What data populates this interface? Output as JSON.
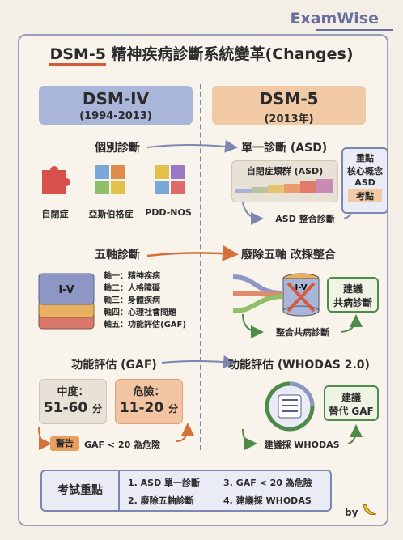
{
  "brand": "ExamWise",
  "title": {
    "prefix": "DSM-5",
    "rest": "精神疾病診斷系統變革(Changes)"
  },
  "left_header": {
    "name": "DSM-IV",
    "years": "(1994-2013)"
  },
  "right_header": {
    "name": "DSM-5",
    "years": "(2013年)"
  },
  "row1": {
    "left_label": "個別診斷",
    "items": [
      "自閉症",
      "亞斯伯格症",
      "PDD-NOS"
    ],
    "right_label": "單一診斷 (ASD)",
    "spectrum_label": "自閉症類群 (ASD)",
    "merge_label": "ASD 整合診斷",
    "key_note": [
      "重點",
      "核心概念",
      "ASD",
      "考點"
    ]
  },
  "row2": {
    "left_label": "五軸診斷",
    "stack_label": "I-V",
    "axes": [
      "軸一：精神疾病",
      "軸二：人格障礙",
      "軸三：身體疾病",
      "軸四：心理社會問題",
      "軸五：功能評估(GAF)"
    ],
    "right_label": "廢除五軸 改採整合",
    "db_label": "I-V",
    "recommend": [
      "建議",
      "共病診斷"
    ],
    "merge_label": "整合共病診斷"
  },
  "row3": {
    "left_label": "功能評估 (GAF)",
    "moderate": {
      "label": "中度：",
      "range": "51-60",
      "unit": "分"
    },
    "danger": {
      "label": "危險：",
      "range": "11-20",
      "unit": "分"
    },
    "warning_tag": "警告",
    "warning_text": "GAF < 20 為危險",
    "right_label": "功能評估 (WHODAS 2.0)",
    "recommend": [
      "建議",
      "替代 GAF"
    ],
    "adopt_label": "建議採 WHODAS"
  },
  "exam": {
    "title": "考試重點",
    "points": [
      "1. ASD 單一診斷",
      "3. GAF < 20 為危險",
      "2. 廢除五軸診斷",
      "4. 建議採 WHODAS"
    ]
  },
  "signature": "by",
  "colors": {
    "accent": "#d55a3a",
    "blue": "#7c86b0",
    "orange_arrow": "#d5703a",
    "green": "#4f8a4b"
  }
}
